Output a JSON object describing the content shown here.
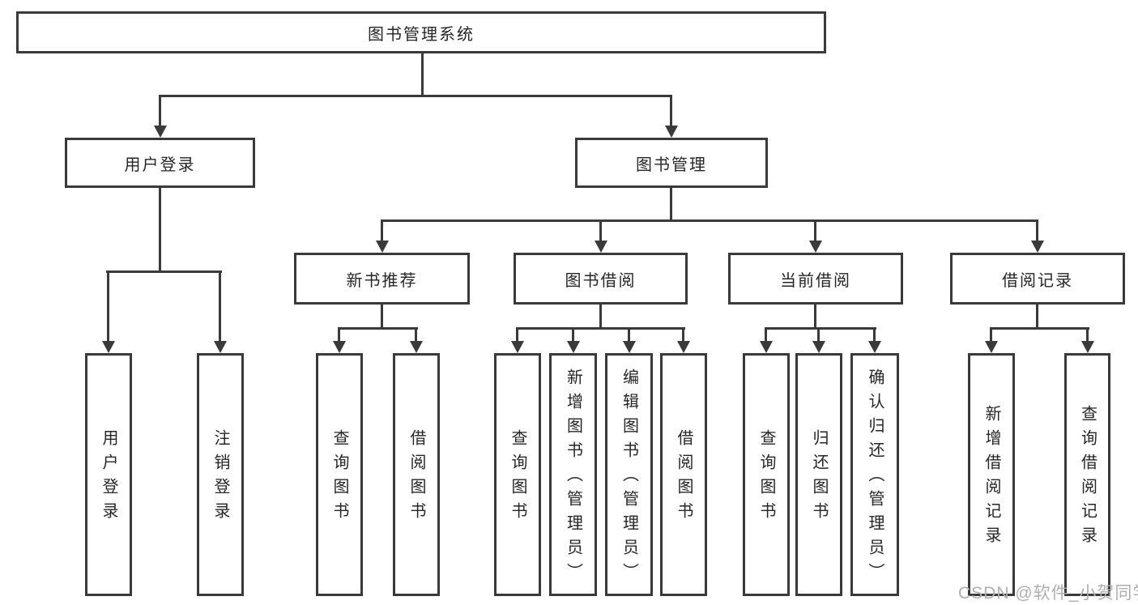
{
  "colors": {
    "line": "#3a3a3a",
    "text": "#262626",
    "watermark": "#b0aeae",
    "background": "#ffffff"
  },
  "diagram": {
    "root": "图书管理系统",
    "branches": {
      "user_login": "用户登录",
      "book_management": "图书管理"
    },
    "modules": {
      "new_book_recommend": "新书推荐",
      "book_borrow": "图书借阅",
      "current_borrow": "当前借阅",
      "borrow_records": "借阅记录"
    },
    "leaves": {
      "user_login": [
        "用户登录",
        "注销登录"
      ],
      "new_book_recommend": [
        "查询图书",
        "借阅图书"
      ],
      "book_borrow": [
        "查询图书",
        "新增图书（管理员）",
        "编辑图书（管理员）",
        "借阅图书"
      ],
      "current_borrow": [
        "查询图书",
        "归还图书",
        "确认归还（管理员）"
      ],
      "borrow_records": [
        "新增借阅记录",
        "查询借阅记录"
      ]
    }
  },
  "watermark": "CSDN @软件_小贺同学"
}
